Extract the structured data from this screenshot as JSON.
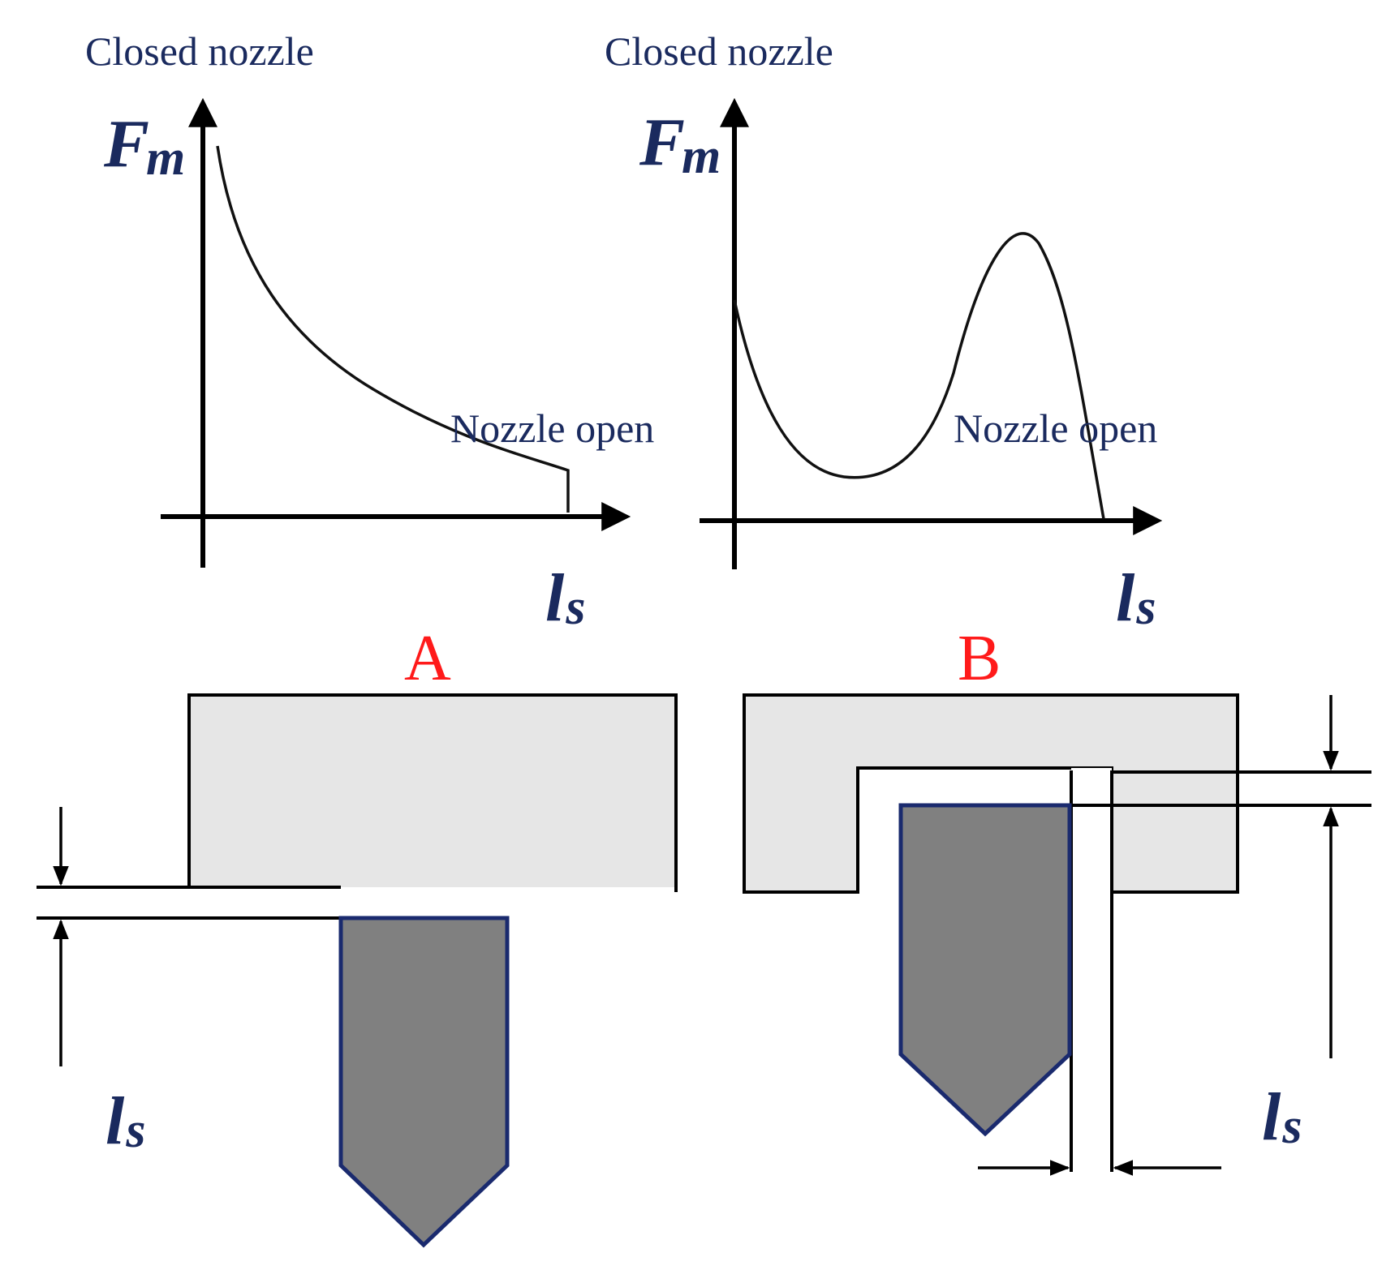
{
  "colors": {
    "label_text": "#1a2a5e",
    "panel_letter": "#ff1a1a",
    "nozzle_body": "#e6e6e6",
    "needle_fill": "#808080",
    "needle_outline": "#1a2a6e",
    "line": "#000000"
  },
  "graph_a": {
    "top_label": "Closed nozzle",
    "end_label": "Nozzle open",
    "y_symbol": "F",
    "y_symbol_sub": "m",
    "x_symbol": "l",
    "x_symbol_sub": "s"
  },
  "graph_b": {
    "top_label": "Closed nozzle",
    "end_label": "Nozzle open",
    "y_symbol": "F",
    "y_symbol_sub": "m",
    "x_symbol": "l",
    "x_symbol_sub": "s"
  },
  "panel_a": {
    "letter": "A",
    "gap_symbol": "l",
    "gap_symbol_sub": "s"
  },
  "panel_b": {
    "letter": "B",
    "gap_symbol": "l",
    "gap_symbol_sub": "s"
  }
}
